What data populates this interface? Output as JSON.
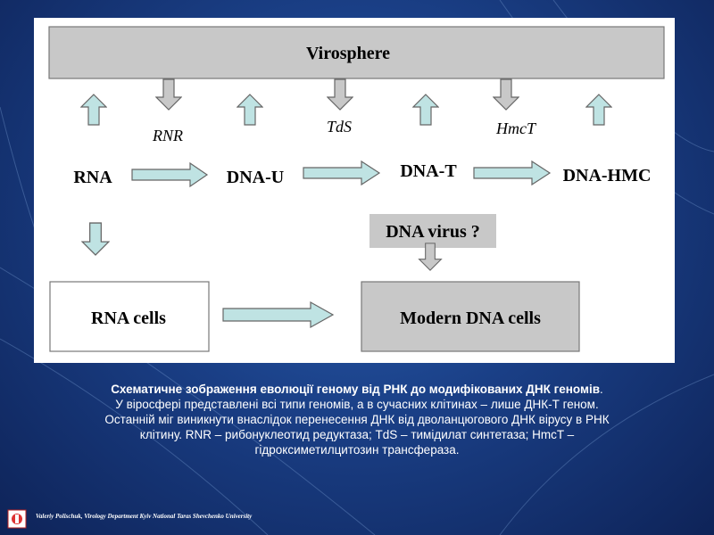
{
  "diagram": {
    "virosphere_label": "Virosphere",
    "enzymes": {
      "rnr": "RNR",
      "tds": "TdS",
      "hmct": "HmcT"
    },
    "nodes": {
      "rna": "RNA",
      "dna_u": "DNA-U",
      "dna_t": "DNA-T",
      "dna_hmc": "DNA-HMC"
    },
    "dna_virus_label": "DNA virus ?",
    "rna_cells_label": "RNA cells",
    "modern_dna_cells_label": "Modern DNA cells"
  },
  "caption": {
    "title": "Схематичне зображення еволюції геному від РНК до модифікованих ДНК геномів",
    "title_end": ".",
    "line1": "У віросфері представлені всі типи геномів, а в сучасних клітинах – лише ДНК-Т геном.",
    "line2": "Останній міг виникнути внаслідок перенесення ДНК від дволанцюгового ДНК вірусу в РНК",
    "line3": "клітину. RNR – рибонуклеотид редуктаза; TdS – тимідилат синтетаза; HmcT –",
    "line4": "гідроксиметилцитозин трансфераза."
  },
  "footer": {
    "credit": "Valeriy Polischuk,  Virology Department  Kyiv National Taras Shevchenko University"
  },
  "colors": {
    "box_gray": "#c8c8c8",
    "arrow_fill": "#bfe3e3",
    "arrow_stroke": "#666666",
    "gray_arrow_fill": "#c8c8c8"
  }
}
